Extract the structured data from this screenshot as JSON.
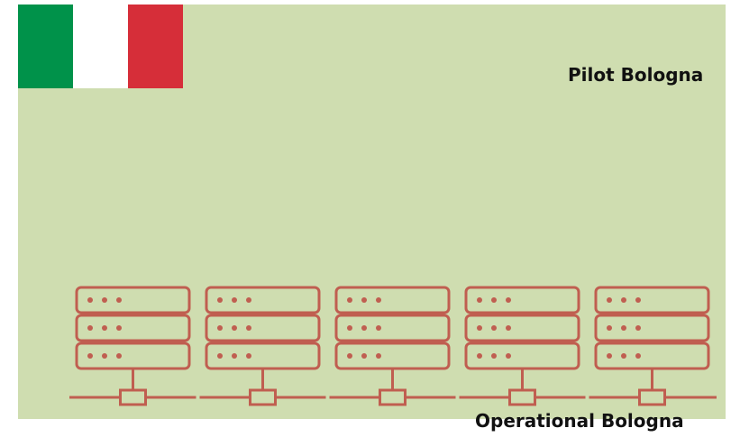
{
  "flag": {
    "name": "italy-flag",
    "colors": [
      "#00924a",
      "#ffffff",
      "#d62e39"
    ]
  },
  "labels": {
    "top": "Pilot Bologna",
    "bottom": "Operational Bologna"
  },
  "colors": {
    "background": "#cfddb0",
    "server_stroke": "#c05e50"
  },
  "servers": {
    "count": 5,
    "units_per_rack": 3,
    "dots_per_unit": 3,
    "icon": "server-rack-icon"
  }
}
